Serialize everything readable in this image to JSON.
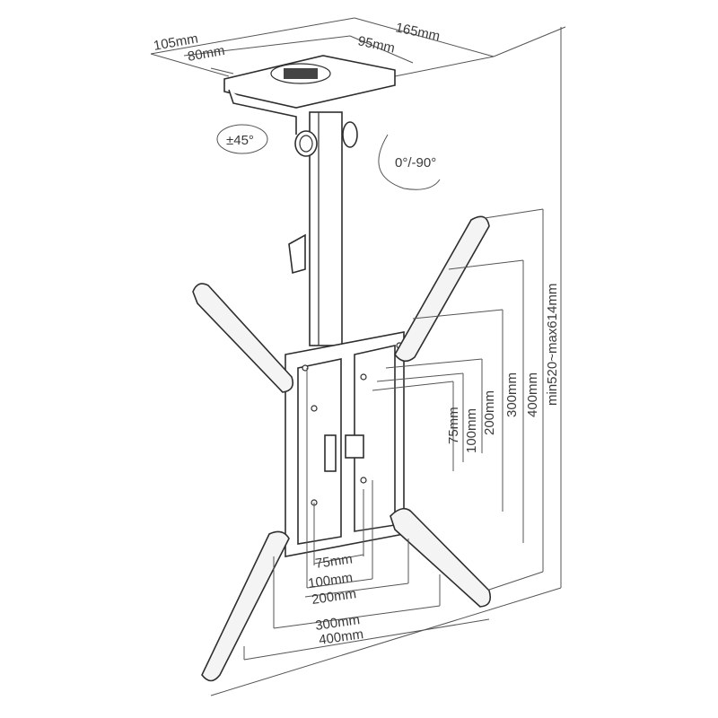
{
  "diagram": {
    "subject": "TV ceiling mount bracket dimensional drawing",
    "ceiling_plate": {
      "depth_outer": "105mm",
      "depth_inner": "80mm",
      "width_outer": "165mm",
      "width_inner": "95mm"
    },
    "rotation": {
      "swivel": "±45°",
      "tilt": "0°/-90°"
    },
    "vertical_dimensions": {
      "vesa_75": "75mm",
      "vesa_100": "100mm",
      "vesa_200": "200mm",
      "vesa_300": "300mm",
      "vesa_400": "400mm",
      "height_range": "min520~max614mm"
    },
    "horizontal_dimensions": {
      "vesa_75": "75mm",
      "vesa_100": "100mm",
      "vesa_200": "200mm",
      "vesa_300": "300mm",
      "vesa_400": "400mm"
    },
    "colors": {
      "line": "#3c3c3c",
      "background": "#ffffff"
    }
  }
}
